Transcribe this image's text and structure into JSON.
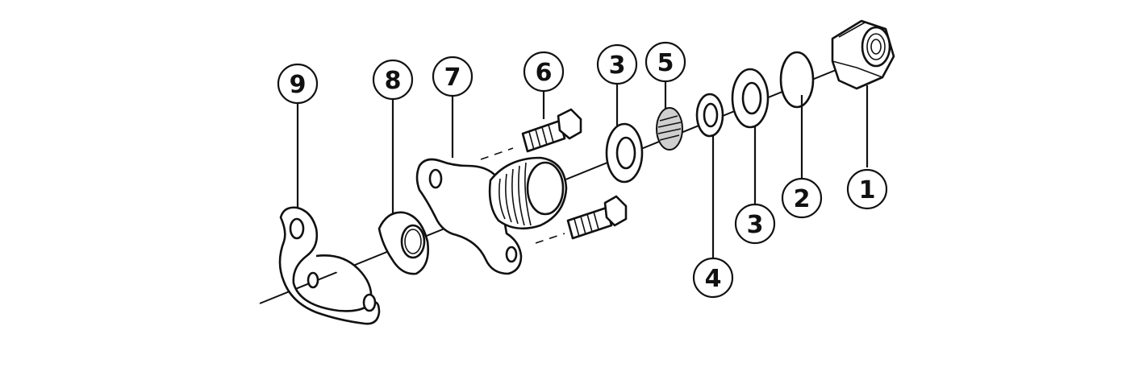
{
  "diagram": {
    "callouts": [
      {
        "id": "9",
        "label": "9"
      },
      {
        "id": "8",
        "label": "8"
      },
      {
        "id": "7",
        "label": "7"
      },
      {
        "id": "6",
        "label": "6"
      },
      {
        "id": "3a",
        "label": "3"
      },
      {
        "id": "5",
        "label": "5"
      },
      {
        "id": "4",
        "label": "4"
      },
      {
        "id": "3b",
        "label": "3"
      },
      {
        "id": "2",
        "label": "2"
      },
      {
        "id": "1",
        "label": "1"
      }
    ]
  }
}
